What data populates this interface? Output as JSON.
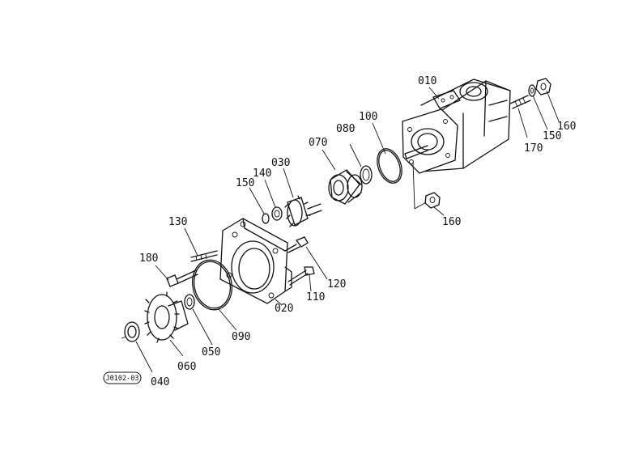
{
  "drawing_ref": "J0102-03",
  "parts": [
    {
      "id": "p010",
      "number": "010"
    },
    {
      "id": "p020",
      "number": "020"
    },
    {
      "id": "p030",
      "number": "030"
    },
    {
      "id": "p040",
      "number": "040"
    },
    {
      "id": "p050",
      "number": "050"
    },
    {
      "id": "p060",
      "number": "060"
    },
    {
      "id": "p070",
      "number": "070"
    },
    {
      "id": "p080",
      "number": "080"
    },
    {
      "id": "p090",
      "number": "090"
    },
    {
      "id": "p100",
      "number": "100"
    },
    {
      "id": "p110",
      "number": "110"
    },
    {
      "id": "p120",
      "number": "120"
    },
    {
      "id": "p130",
      "number": "130"
    },
    {
      "id": "p140",
      "number": "140"
    },
    {
      "id": "p150a",
      "number": "150"
    },
    {
      "id": "p150b",
      "number": "150"
    },
    {
      "id": "p160a",
      "number": "160"
    },
    {
      "id": "p160b",
      "number": "160"
    },
    {
      "id": "p170",
      "number": "170"
    },
    {
      "id": "p180",
      "number": "180"
    }
  ]
}
